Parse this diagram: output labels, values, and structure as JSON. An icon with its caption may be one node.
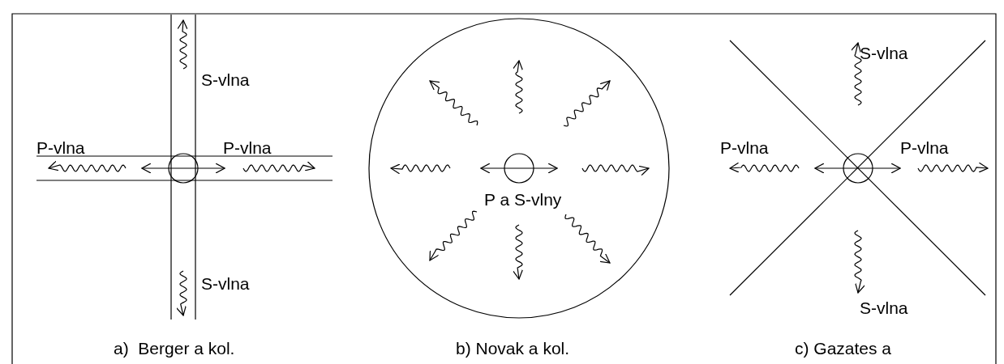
{
  "diagram": {
    "labels": [
      "S-vlna",
      "P-vlna",
      "P-vlna",
      "S-vlna",
      "P a S-vlny",
      "S-vlna",
      "P-vlna",
      "P-vlna",
      "S-vlna",
      "a)  Berger a kol.",
      "b) Novak a kol.",
      "c) Gazates a"
    ]
  }
}
